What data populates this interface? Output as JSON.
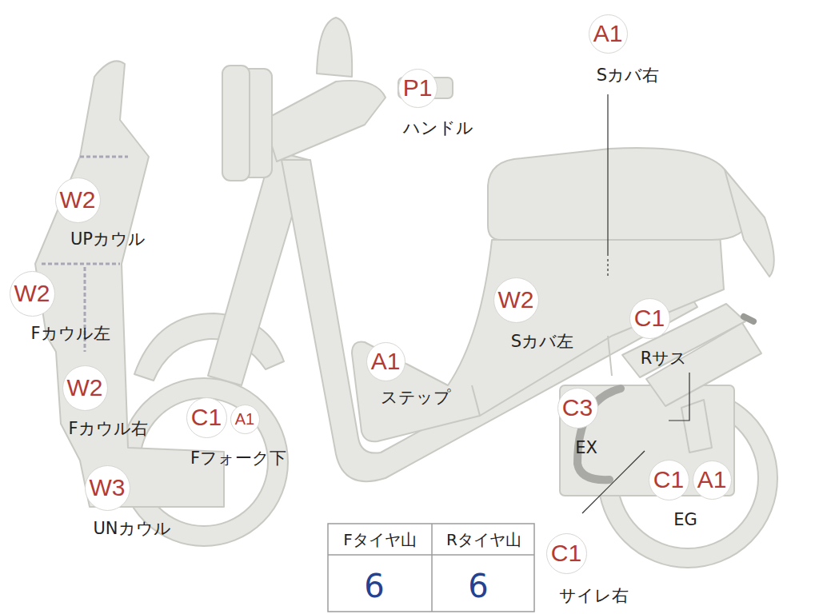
{
  "diagram": {
    "nodes": [
      {
        "text": [
          "A1"
        ]
      },
      {
        "text": [
          "P1"
        ]
      },
      {
        "text": [
          "W2"
        ]
      },
      {
        "text": [
          "W2"
        ]
      },
      {
        "text": [
          "W2"
        ]
      },
      {
        "text": [
          "C1"
        ]
      },
      {
        "text": [
          "A1"
        ]
      },
      {
        "text": [
          "A1"
        ]
      },
      {
        "text": [
          "W2"
        ]
      },
      {
        "text": [
          "C1"
        ]
      },
      {
        "text": [
          "C3"
        ]
      },
      {
        "text": [
          "C1"
        ]
      },
      {
        "text": [
          "A1"
        ]
      },
      {
        "text": [
          "W3"
        ]
      },
      {
        "text": [
          "C1"
        ]
      }
    ],
    "labels": [
      "Sカバ右",
      "ハンドル",
      "UPカウル",
      "Fカウル左",
      "Fカウル右",
      "Fフォーク下",
      "ステップ",
      "Sカバ左",
      "Rサス",
      "EX",
      "EG",
      "UNカウル",
      "サイレ右",
      "Fタイヤ山",
      "Rタイヤ山",
      "6",
      "6"
    ]
  }
}
